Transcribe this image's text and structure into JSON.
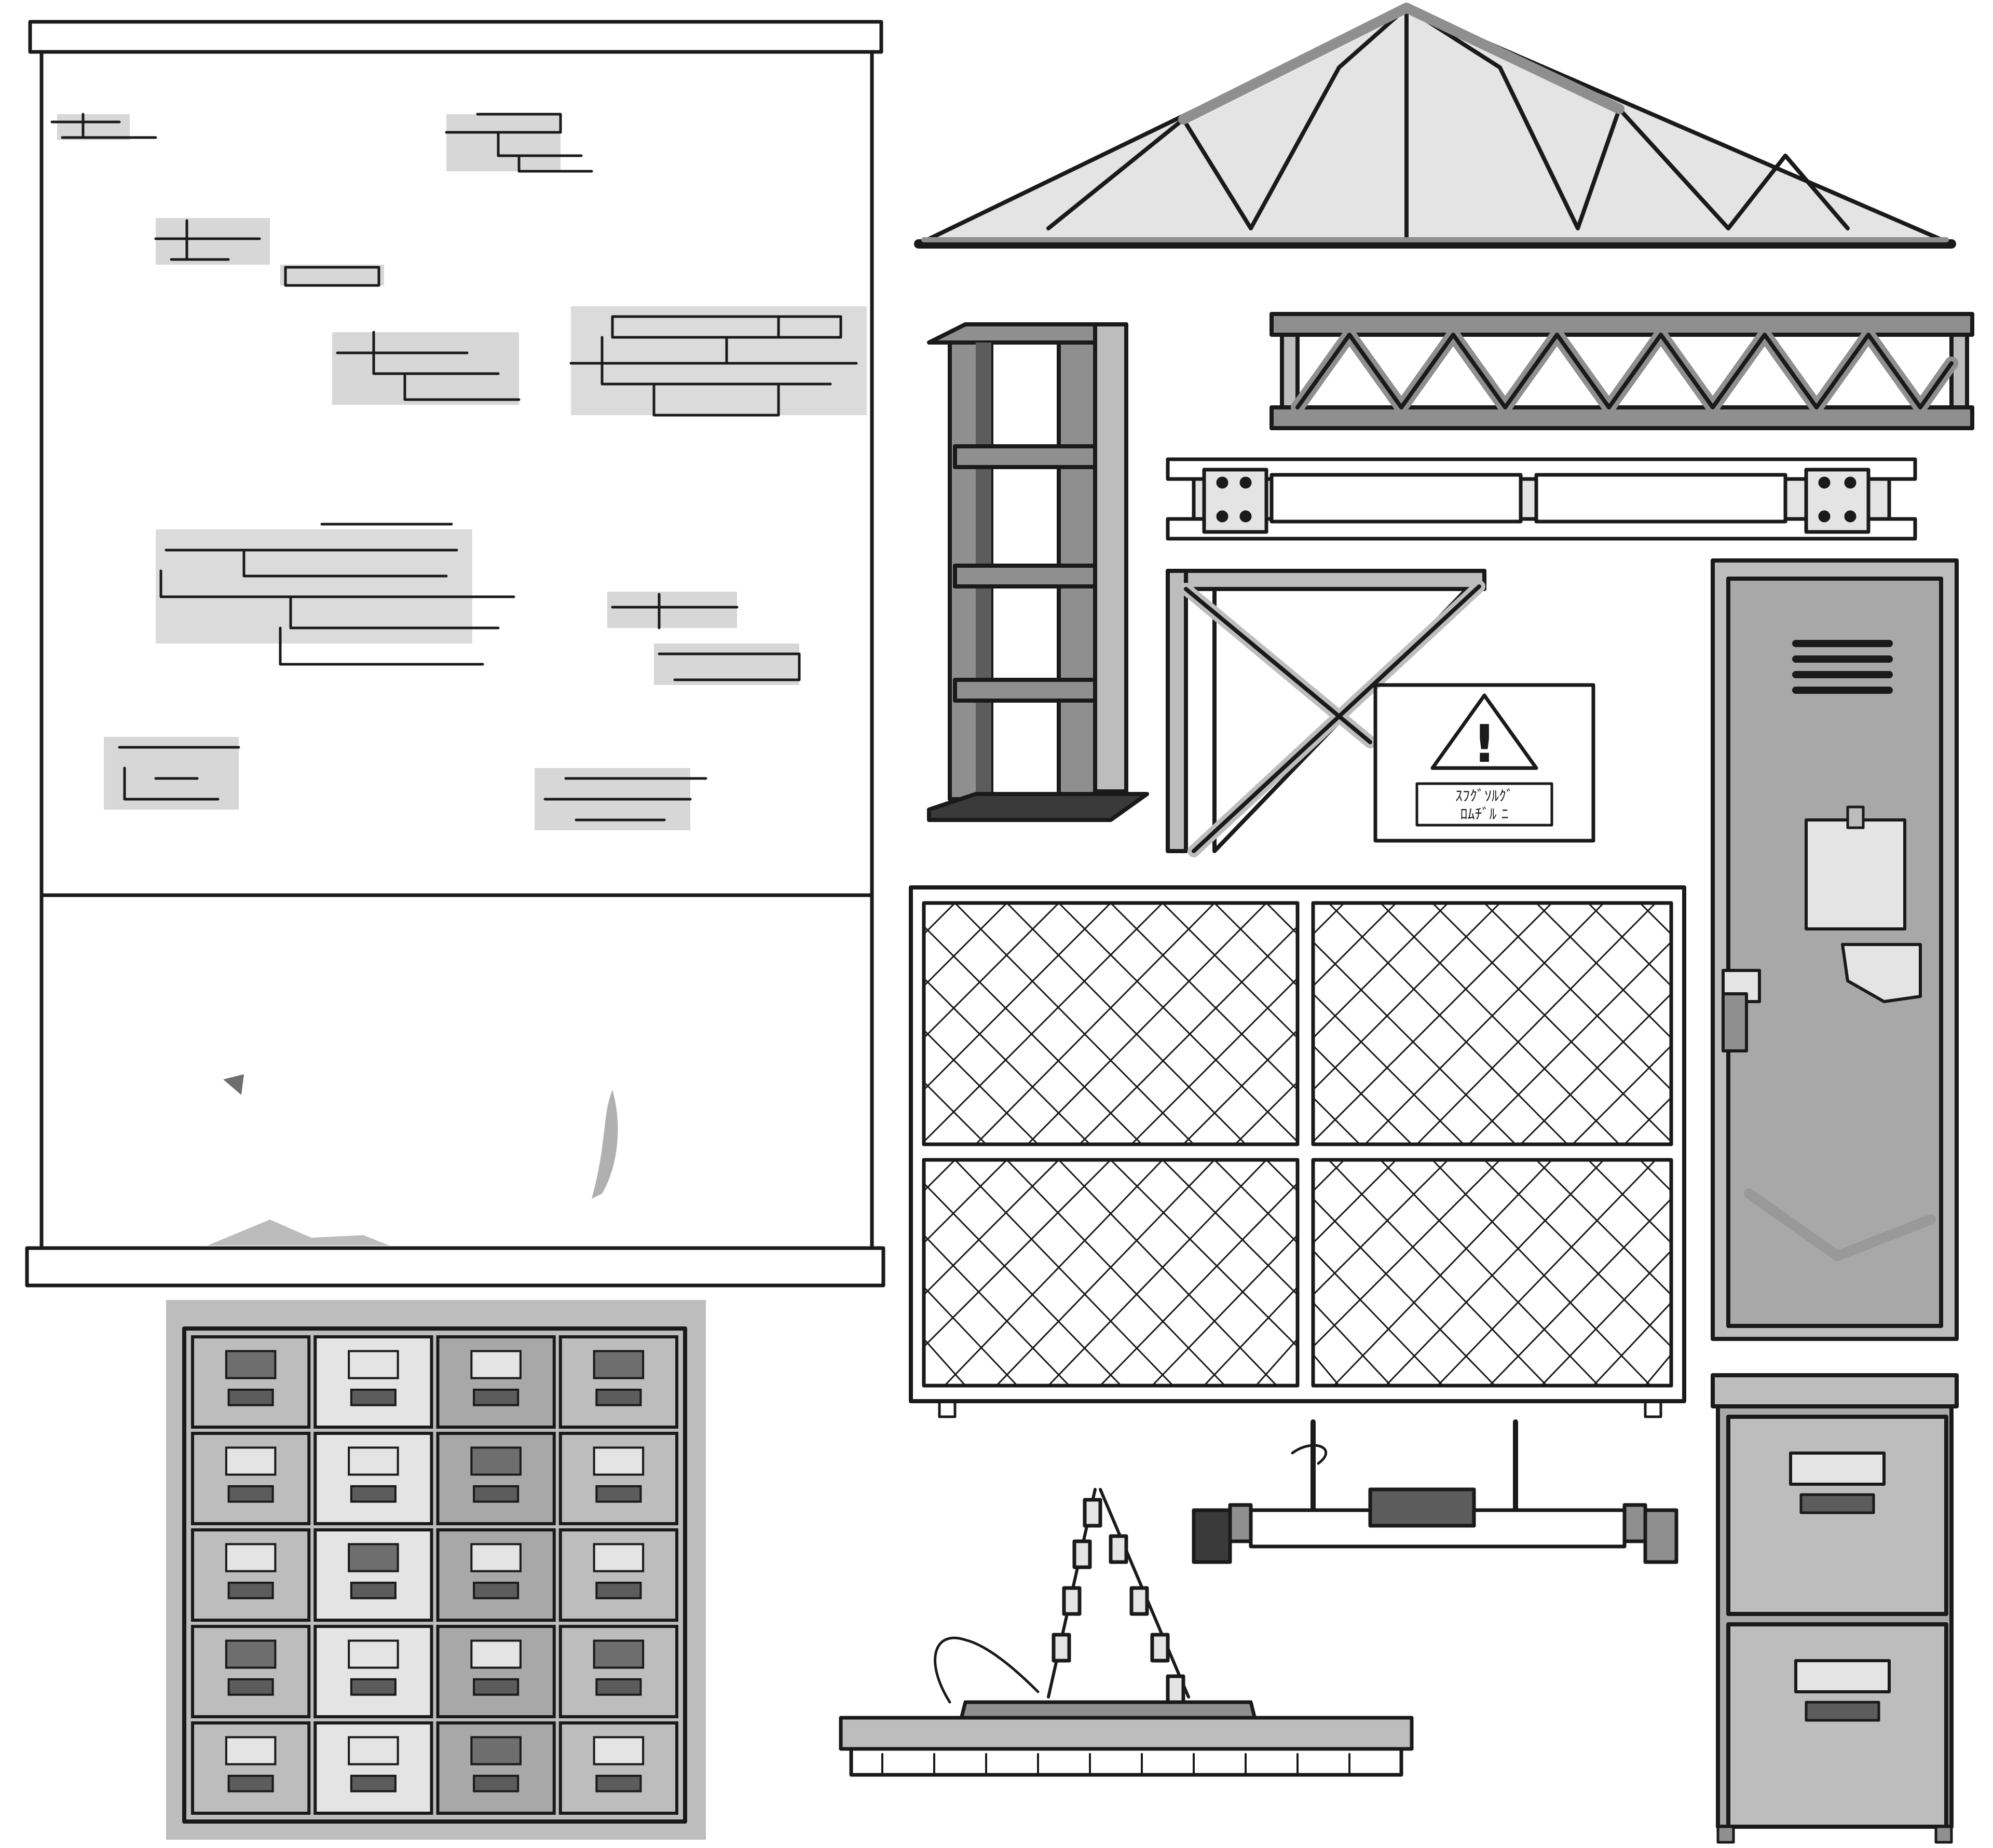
{
  "sheet": {
    "palette": {
      "ink": "#1a1a1a",
      "light_gray": "#e4e4e4",
      "mid_gray": "#bdbdbd",
      "dark_gray": "#8f8f8f",
      "shade_gray": "#a8a8a8",
      "white": "#ffffff"
    },
    "assets": [
      "brick-wall-panel",
      "roof-truss",
      "steel-shelf-rack",
      "flat-lattice-truss",
      "steel-i-beam",
      "corner-bracket",
      "warning-sign",
      "metal-locker",
      "chain-link-fence-panel",
      "drawer-cabinet",
      "barrier-bar",
      "hanging-chain-platform",
      "filing-cabinet"
    ],
    "warning_sign": {
      "symbol": "!",
      "scribble_line_1": "ｽﾌｸﾞｿﾙｸﾞ",
      "scribble_line_2": "ﾛﾑﾁﾞﾙ ﾆ"
    },
    "drawer_cabinet": {
      "rows": 5,
      "columns": 4
    },
    "filing_cabinet": {
      "drawers": 2
    },
    "fence": {
      "panels": 4
    }
  }
}
